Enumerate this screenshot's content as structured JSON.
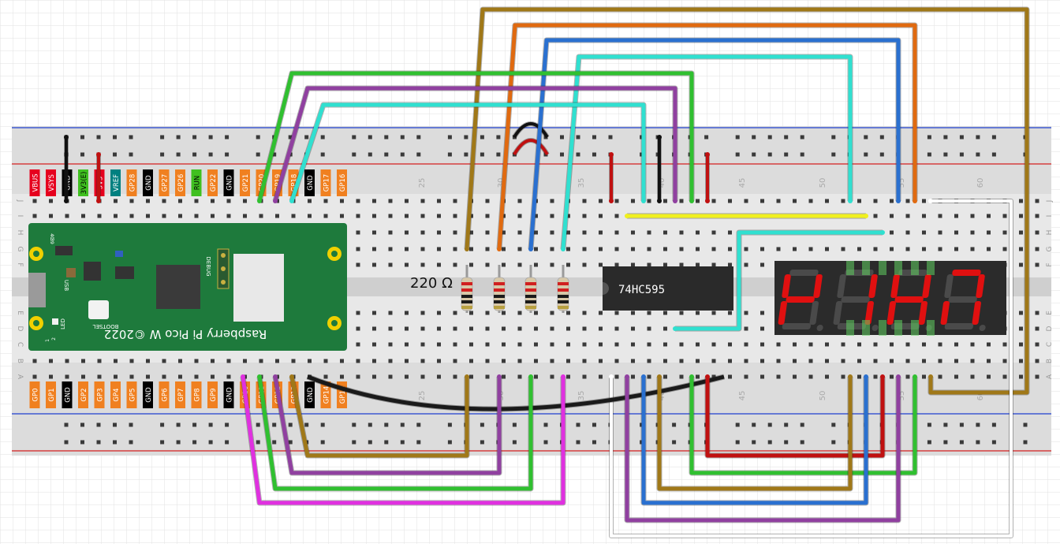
{
  "breadboard": {
    "column_labels": [
      "25",
      "30",
      "35",
      "40",
      "45",
      "50",
      "55",
      "60"
    ],
    "row_labels_top": [
      "J",
      "I",
      "H",
      "G",
      "F"
    ],
    "row_labels_bottom": [
      "E",
      "D",
      "C",
      "B",
      "A"
    ]
  },
  "pico": {
    "top_pins": [
      {
        "label": "VBUS",
        "color": "#e6001e"
      },
      {
        "label": "VSYS",
        "color": "#e6001e"
      },
      {
        "label": "GND",
        "color": "#000000"
      },
      {
        "label": "3V3(E)",
        "color": "#40c020"
      },
      {
        "label": "3V3",
        "color": "#e6001e"
      },
      {
        "label": "VREF",
        "color": "#008080"
      },
      {
        "label": "GP28",
        "color": "#f08020"
      },
      {
        "label": "GND",
        "color": "#000000"
      },
      {
        "label": "GP27",
        "color": "#f08020"
      },
      {
        "label": "GP26",
        "color": "#f08020"
      },
      {
        "label": "RUN",
        "color": "#40c020"
      },
      {
        "label": "GP22",
        "color": "#f08020"
      },
      {
        "label": "GND",
        "color": "#000000"
      },
      {
        "label": "GP21",
        "color": "#f08020"
      },
      {
        "label": "GP20",
        "color": "#f08020"
      },
      {
        "label": "GP19",
        "color": "#f08020"
      },
      {
        "label": "GP18",
        "color": "#f08020"
      },
      {
        "label": "GND",
        "color": "#000000"
      },
      {
        "label": "GP17",
        "color": "#f08020"
      },
      {
        "label": "GP16",
        "color": "#f08020"
      }
    ],
    "bottom_pins": [
      {
        "label": "GP0",
        "color": "#f08020"
      },
      {
        "label": "GP1",
        "color": "#f08020"
      },
      {
        "label": "GND",
        "color": "#000000"
      },
      {
        "label": "GP2",
        "color": "#f08020"
      },
      {
        "label": "GP3",
        "color": "#f08020"
      },
      {
        "label": "GP4",
        "color": "#f08020"
      },
      {
        "label": "GP5",
        "color": "#f08020"
      },
      {
        "label": "GND",
        "color": "#000000"
      },
      {
        "label": "GP6",
        "color": "#f08020"
      },
      {
        "label": "GP7",
        "color": "#f08020"
      },
      {
        "label": "GP8",
        "color": "#f08020"
      },
      {
        "label": "GP9",
        "color": "#f08020"
      },
      {
        "label": "GND",
        "color": "#000000"
      },
      {
        "label": "GP10",
        "color": "#f08020"
      },
      {
        "label": "GP11",
        "color": "#f08020"
      },
      {
        "label": "GP12",
        "color": "#f08020"
      },
      {
        "label": "GP13",
        "color": "#f08020"
      },
      {
        "label": "GND",
        "color": "#000000"
      },
      {
        "label": "GP14",
        "color": "#f08020"
      },
      {
        "label": "GP15",
        "color": "#f08020"
      }
    ],
    "board_text": "Raspberry Pi Pico W ©2022",
    "bootsel_label": "BOOTSEL",
    "debug_label": "DEBUG",
    "led_label": "LED",
    "usb_label": "USB",
    "pin_num_39": "39",
    "pin_num_1": "1",
    "pin_num_2": "2",
    "pin_num_40": "40"
  },
  "resistor_label": "220 Ω",
  "chip_label": "74HC595",
  "colors": {
    "board_green": "#1e7a3c",
    "breadboard": "#dcdcdc",
    "rail_red": "#d42020",
    "rail_blue": "#2040d0",
    "segment_on": "#e01010",
    "segment_off": "#4a4a4a"
  }
}
